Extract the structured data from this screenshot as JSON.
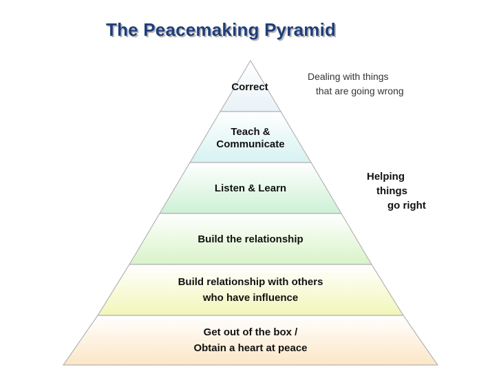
{
  "title": "The Peacemaking Pyramid",
  "layers": [
    {
      "lines": [
        "Correct"
      ]
    },
    {
      "lines": [
        "Teach &",
        "Communicate"
      ]
    },
    {
      "lines": [
        "Listen & Learn"
      ]
    },
    {
      "lines": [
        "Build the relationship"
      ]
    },
    {
      "lines": [
        "Build relationship with others",
        "who have influence"
      ]
    },
    {
      "lines": [
        "Get out of the box /",
        "Obtain a heart at peace"
      ]
    }
  ],
  "annotations": {
    "top_note": [
      "Dealing with things",
      "that are going wrong"
    ],
    "right_note": [
      "Helping",
      "things",
      "go right"
    ]
  },
  "colors": {
    "title": "#1f3e7a",
    "layer_top": "#dff1f8",
    "layer_green": "#c8f0c8",
    "layer_yellow": "#f7f7b8",
    "layer_bottom": "#fbe6c6"
  }
}
